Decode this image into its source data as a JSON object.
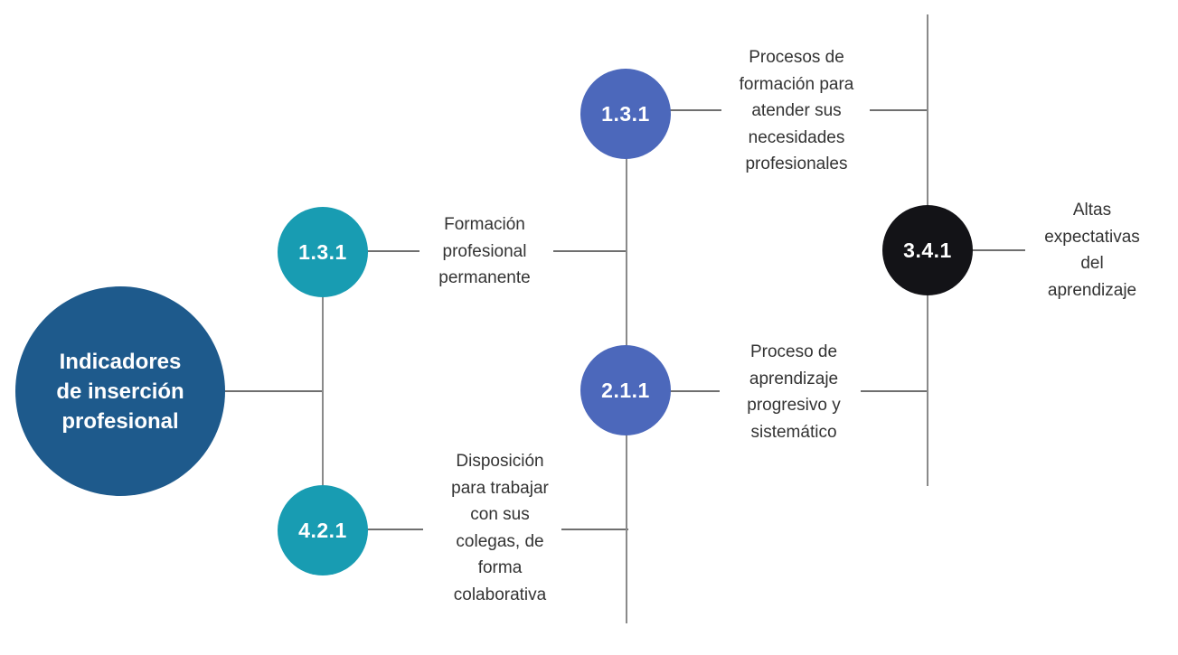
{
  "diagram": {
    "type": "tree",
    "title": "Indicadores de inserción profesional",
    "colors": {
      "root": "#1e5a8c",
      "teal": "#189cb2",
      "blue": "#4c68bb",
      "black": "#131317",
      "connector": "#6f6f6f",
      "label_text": "#333333"
    },
    "root": {
      "label": "Indicadores\nde inserción\nprofesional",
      "color": "#1e5a8c"
    },
    "nodes": [
      {
        "code": "1.3.1",
        "label": "Formación\nprofesional\npermanente",
        "color": "#189cb2"
      },
      {
        "code": "4.2.1",
        "label": "Disposición\npara trabajar\ncon sus\ncolegas, de\nforma\ncolaborativa",
        "color": "#189cb2"
      },
      {
        "code": "1.3.1",
        "label": "Procesos de\nformación para\natender sus\nnecesidades\nprofesionales",
        "color": "#4c68bb"
      },
      {
        "code": "2.1.1",
        "label": "Proceso de\naprendizaje\nprogresivo y\nsistemático",
        "color": "#4c68bb"
      },
      {
        "code": "3.4.1",
        "label": "Altas\nexpectativas\ndel\naprendizaje",
        "color": "#131317"
      }
    ]
  }
}
